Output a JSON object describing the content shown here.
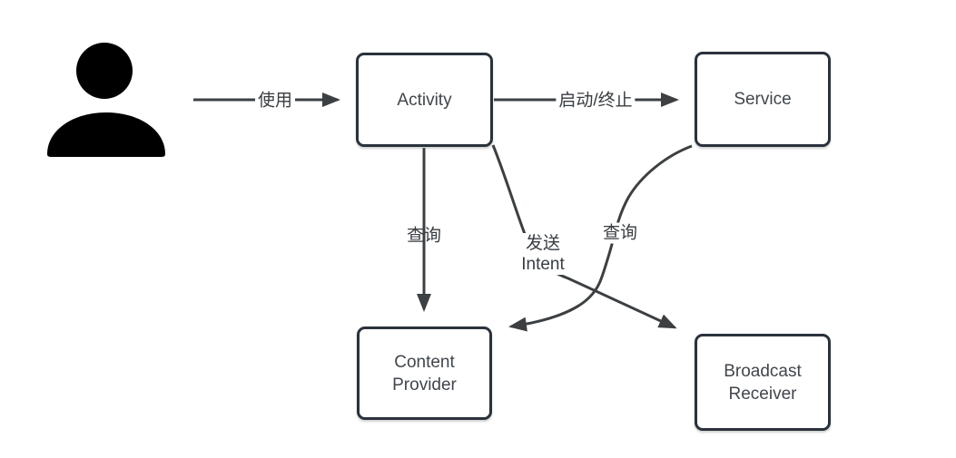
{
  "diagram": {
    "title_hint": "Android components diagram",
    "nodes": {
      "user": {
        "icon": "person-icon"
      },
      "activity": {
        "label": "Activity"
      },
      "service": {
        "label": "Service"
      },
      "content_provider": {
        "label": "Content Provider"
      },
      "broadcast_receiver": {
        "label": "Broadcast Receiver"
      }
    },
    "edges": {
      "use": {
        "from": "user",
        "to": "activity",
        "label": "使用",
        "style": "straight-horizontal"
      },
      "start_stop": {
        "from": "activity",
        "to": "service",
        "label": "启动/终止",
        "style": "straight-horizontal"
      },
      "query_content": {
        "from": "activity",
        "to": "content_provider",
        "label": "查询",
        "style": "straight-vertical"
      },
      "send_intent": {
        "from": "activity",
        "to": "broadcast_receiver",
        "label_line1": "发送",
        "label_line2": "Intent",
        "style": "curved"
      },
      "service_query": {
        "from": "service",
        "to": "content_provider",
        "label": "查询",
        "style": "curved"
      }
    },
    "colors": {
      "background": "#ffffff",
      "node_border": "#2a323c",
      "node_fill": "#ffffff",
      "node_text": "#40464c",
      "edge_stroke": "#3c4043",
      "edge_label_text": "#383d42",
      "person_icon": "#000000"
    }
  }
}
